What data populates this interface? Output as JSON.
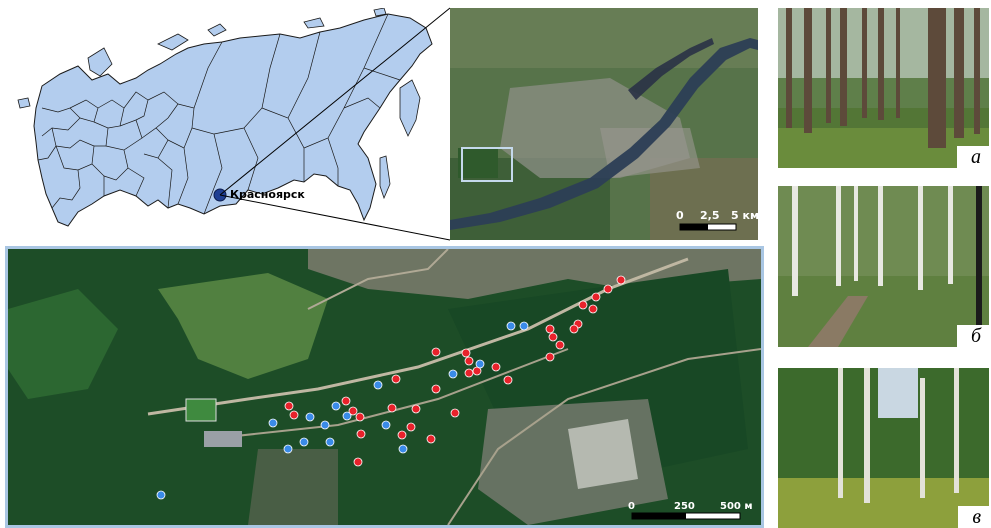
{
  "russia_map": {
    "city_label": "Красноярск",
    "fill_color": "#b3cdee",
    "border_color": "#1a1a1a",
    "city_marker_color": "#1f3f93"
  },
  "city_inset": {
    "scale_ticks": [
      "0",
      "2,5",
      "5 км"
    ],
    "study_box_color": "#c5d9ec"
  },
  "study_map": {
    "scale_ticks": [
      "0",
      "250",
      "500 м"
    ],
    "frame_color": "#a9c6e3",
    "marker_colors": {
      "red": "#e8222b",
      "blue": "#3a8be8"
    }
  },
  "photos": [
    {
      "label": "а",
      "icon": "pine-forest-photo"
    },
    {
      "label": "б",
      "icon": "birch-forest-photo"
    },
    {
      "label": "в",
      "icon": "mixed-forest-photo"
    }
  ]
}
